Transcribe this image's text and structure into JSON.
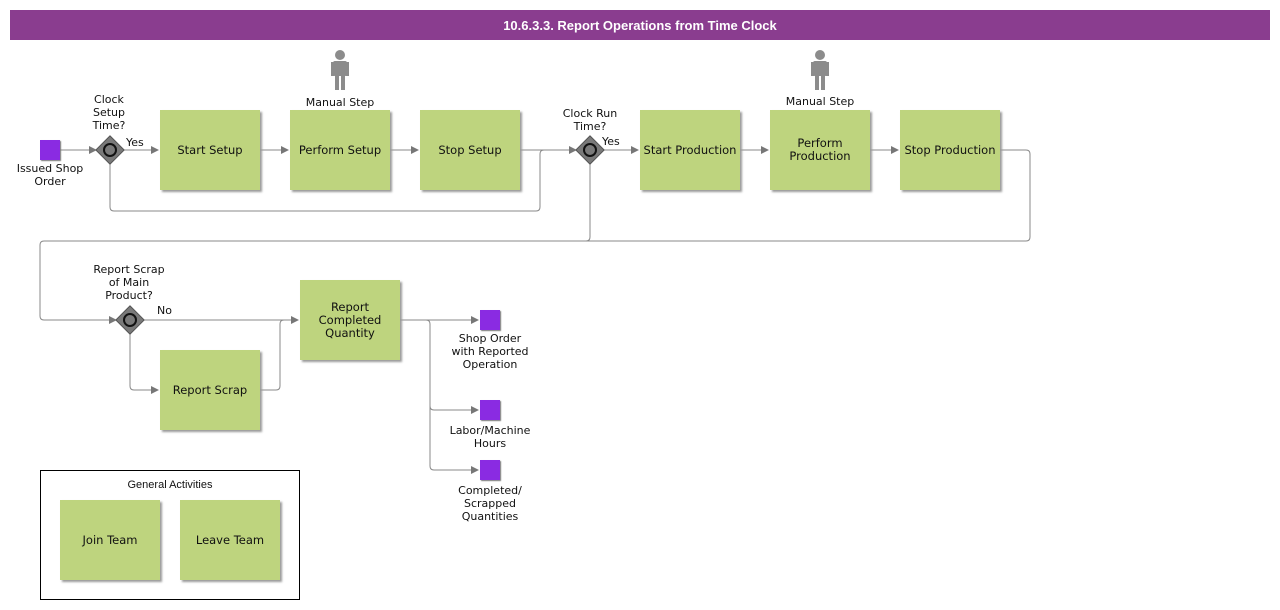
{
  "title": "10.6.3.3. Report Operations from Time Clock",
  "colors": {
    "title_bar": "#8a3d8f",
    "activity": "#bed47e",
    "event": "#8a2be2",
    "gateway": "#7a7a7a",
    "connector": "#888888"
  },
  "events": {
    "start": "Issued Shop Order",
    "end1": "Shop Order with Reported Operation",
    "end2": "Labor/Machine Hours",
    "end3": "Completed/ Scrapped Quantities"
  },
  "gateways": {
    "g1": {
      "label": "Clock Setup Time?",
      "yes": "Yes"
    },
    "g2": {
      "label": "Clock Run Time?",
      "yes": "Yes"
    },
    "g3": {
      "label": "Report Scrap of Main Product?",
      "no": "No"
    }
  },
  "manual_step": "Manual Step",
  "activities": {
    "start_setup": "Start Setup",
    "perform_setup": "Perform Setup",
    "stop_setup": "Stop Setup",
    "start_production": "Start Production",
    "perform_production": "Perform Production",
    "stop_production": "Stop Production",
    "report_scrap": "Report Scrap",
    "report_completed": "Report Completed Quantity"
  },
  "legend": {
    "title": "General Activities",
    "join_team": "Join Team",
    "leave_team": "Leave Team"
  }
}
